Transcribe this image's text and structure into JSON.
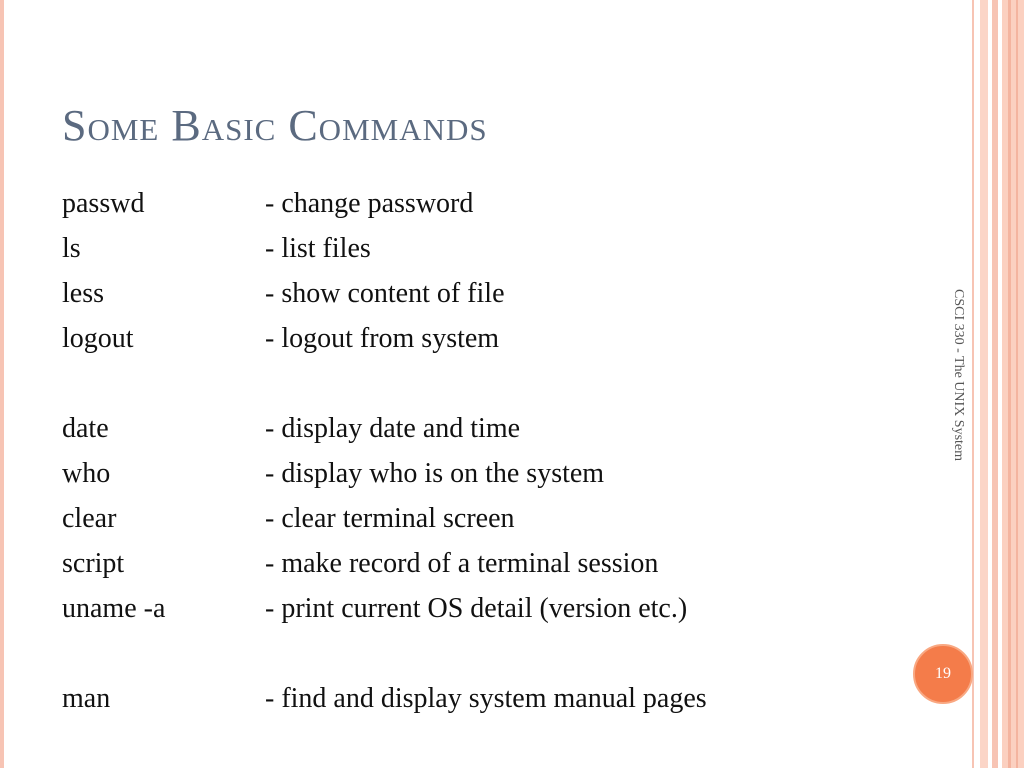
{
  "slide": {
    "title": "Some Basic Commands",
    "side_label": "CSCI 330 - The UNIX System",
    "page_number": "19",
    "colors": {
      "title": "#5b6a80",
      "accent": "#f47c4a",
      "stripe": "#f7c4b4",
      "text": "#111111"
    }
  },
  "commands": [
    {
      "cmd": "passwd",
      "desc": "- change password"
    },
    {
      "cmd": "ls",
      "desc": "- list files"
    },
    {
      "cmd": "less",
      "desc": "- show content of file"
    },
    {
      "cmd": "logout",
      "desc": "- logout from system"
    },
    {
      "cmd": "",
      "desc": ""
    },
    {
      "cmd": "date",
      "desc": "- display date and time"
    },
    {
      "cmd": "who",
      "desc": "- display who is on the system"
    },
    {
      "cmd": "clear",
      "desc": "- clear terminal screen"
    },
    {
      "cmd": "script",
      "desc": "- make record of a terminal session"
    },
    {
      "cmd": "uname -a",
      "desc": "- print current OS detail (version etc.)"
    },
    {
      "cmd": "",
      "desc": ""
    },
    {
      "cmd": "man",
      "desc": "- find and display system manual pages"
    }
  ]
}
